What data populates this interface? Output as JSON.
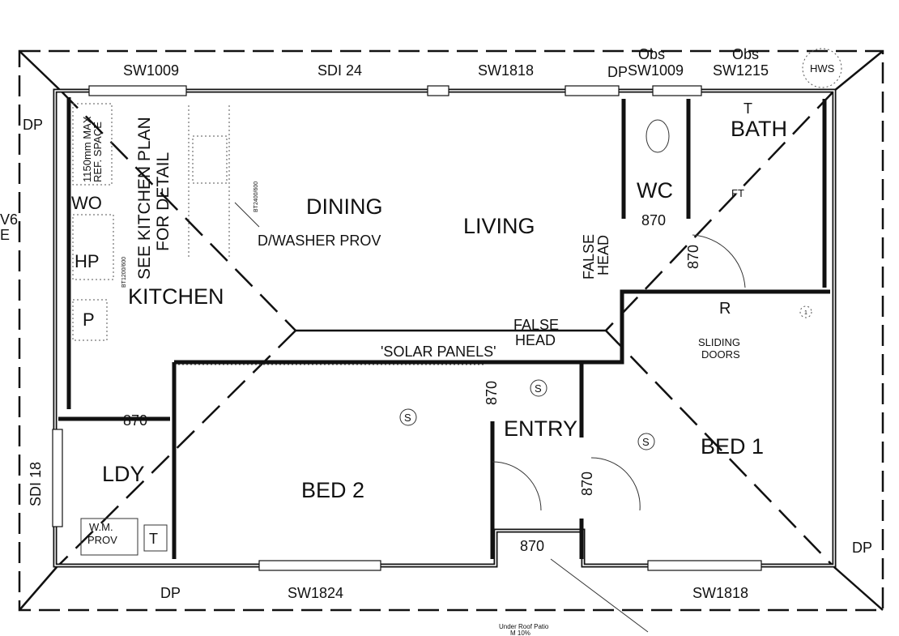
{
  "windows": {
    "top": [
      "SW1009",
      "SDI 24",
      "SW1818",
      "DP",
      "SW1009",
      "SW1215"
    ],
    "obs": [
      "Obs",
      "Obs"
    ],
    "left": "SDI 18",
    "bottom": [
      "SW1824",
      "SW1818"
    ]
  },
  "downpipes": [
    "DP",
    "DP",
    "DP",
    "DP"
  ],
  "fixtures": {
    "hws": "HWS",
    "fridge_space_line1": "1150mm MAX",
    "fridge_space_line2": "REF. SPACE",
    "wall_oven": "WO",
    "hotplate": "HP",
    "pantry": "P",
    "kitchen_note_line1": "SEE KITCHEN PLAN",
    "kitchen_note_line2": "FOR DETAIL",
    "bench_left": "BT1200/600",
    "bench_right": "BT2400/600",
    "dishwasher": "D/WASHER PROV",
    "washing_machine_line1": "W.M.",
    "washing_machine_line2": "PROV",
    "trough": "T",
    "bath_tap": "T",
    "ft": "FT",
    "robe": "R",
    "smoke_marker": "1",
    "sliding_line1": "SLIDING",
    "sliding_line2": "DOORS",
    "smoke_detectors": [
      "S",
      "S",
      "S"
    ],
    "solar": "'SOLAR PANELS'",
    "false_head_1_line1": "FALSE",
    "false_head_1_line2": "HEAD",
    "false_head_2_line1": "FALSE",
    "false_head_2_line2": "HEAD",
    "under_roof_line1": "Under Roof Patio",
    "under_roof_line2": "M 10%",
    "left_edge_line1": "V6",
    "left_edge_line2": "E"
  },
  "rooms": {
    "dining": "DINING",
    "living": "LIVING",
    "kitchen": "KITCHEN",
    "wc": "WC",
    "bath": "BATH",
    "bed1": "BED 1",
    "bed2": "BED 2",
    "entry": "ENTRY",
    "laundry": "LDY"
  },
  "doors": [
    "870",
    "870",
    "870",
    "870",
    "870",
    "870"
  ]
}
